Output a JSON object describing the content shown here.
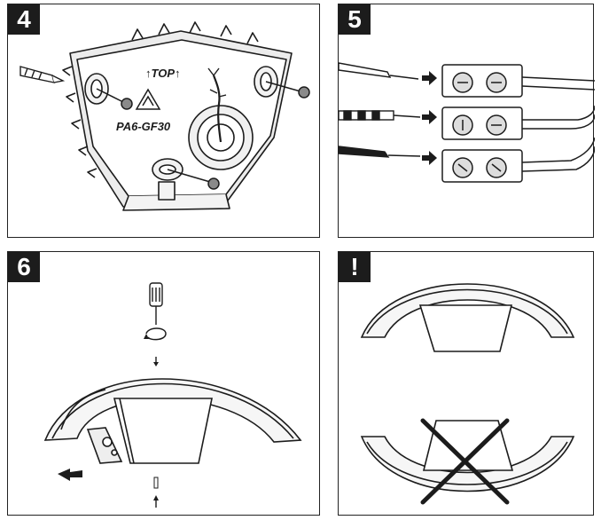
{
  "panels": [
    {
      "step": "4",
      "labels": {
        "top_marking": "TOP",
        "material_marking": "PA6-GF30"
      }
    },
    {
      "step": "5"
    },
    {
      "step": "6"
    },
    {
      "step": "!"
    }
  ],
  "icons": {
    "wall_plug": "wall-plug-icon",
    "screw": "screw-icon",
    "recycle": "recycle-icon",
    "terminal_block": "terminal-block-icon",
    "screwdriver": "screwdriver-icon",
    "rotate_arrow": "rotate-arrow-icon",
    "wrong_cross": "cross-icon"
  },
  "colors": {
    "line": "#1c1c1c",
    "badge_bg": "#1c1c1c",
    "badge_text": "#ffffff",
    "fill": "#ffffff",
    "shade": "#e6e6e6"
  }
}
